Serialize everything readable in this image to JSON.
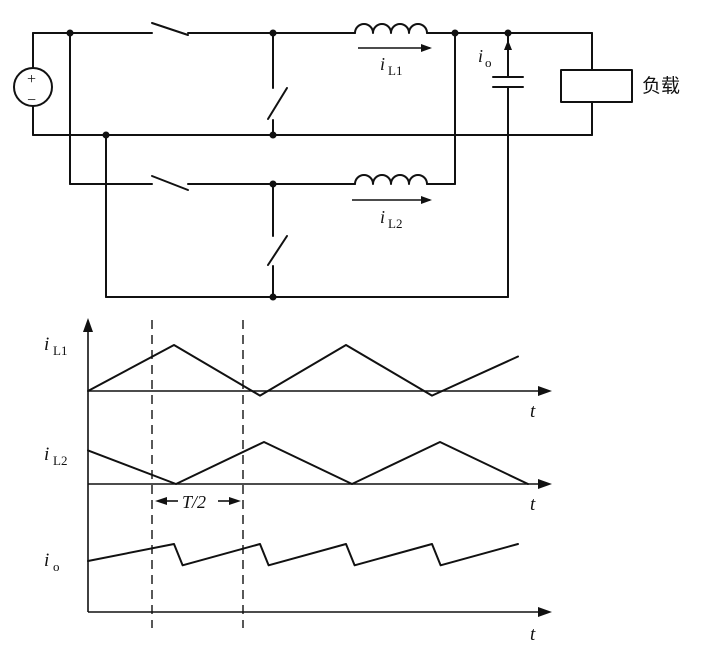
{
  "circuit": {
    "source_plus": "+",
    "source_minus": "−",
    "current_l1": "i",
    "current_l1_sub": "L1",
    "current_l2": "i",
    "current_l2_sub": "L2",
    "current_out": "i",
    "current_out_sub": "o",
    "load_label": "负载"
  },
  "waveforms": {
    "label_il1": "i",
    "label_il1_sub": "L1",
    "label_il2": "i",
    "label_il2_sub": "L2",
    "label_io": "i",
    "label_io_sub": "o",
    "time_label": "t",
    "period_label": "T/2",
    "series": [
      {
        "name": "iL1",
        "points": [
          [
            0,
            0
          ],
          [
            1,
            1
          ],
          [
            2,
            -0.1
          ],
          [
            3,
            1
          ],
          [
            4,
            -0.1
          ],
          [
            5,
            0.75
          ]
        ]
      },
      {
        "name": "iL2",
        "points": [
          [
            0,
            0.8
          ],
          [
            1,
            0
          ],
          [
            2,
            1
          ],
          [
            3,
            0
          ],
          [
            4,
            1
          ],
          [
            5,
            0
          ]
        ]
      },
      {
        "name": "io",
        "points": [
          [
            0,
            0.6
          ],
          [
            1,
            0.8
          ],
          [
            1.1,
            0.55
          ],
          [
            2,
            0.8
          ],
          [
            2.1,
            0.55
          ],
          [
            3,
            0.8
          ],
          [
            3.1,
            0.55
          ],
          [
            4,
            0.8
          ],
          [
            4.1,
            0.55
          ],
          [
            5,
            0.8
          ]
        ]
      }
    ]
  }
}
